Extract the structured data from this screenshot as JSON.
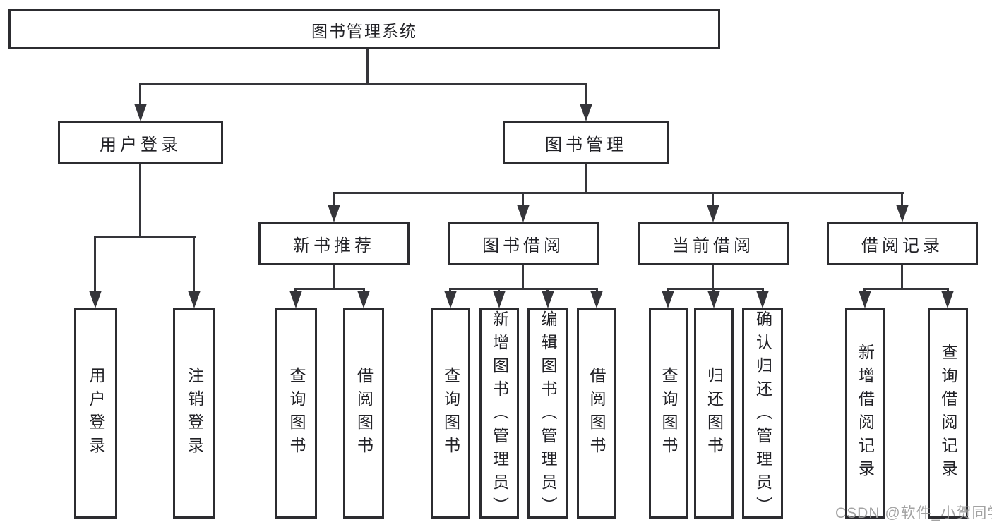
{
  "page": {
    "background": "#ffffff"
  },
  "colors": {
    "line": "#35353a",
    "box_border": "#2c2c30",
    "text": "#212126",
    "watermark": "#9b9b9b"
  },
  "tree": {
    "root": {
      "label": "图书管理系统",
      "children": [
        {
          "label": "用户登录",
          "children": [
            {
              "label": "用户登录"
            },
            {
              "label": "注销登录"
            }
          ]
        },
        {
          "label": "图书管理",
          "children": [
            {
              "label": "新书推荐",
              "children": [
                {
                  "label": "查询图书"
                },
                {
                  "label": "借阅图书"
                }
              ]
            },
            {
              "label": "图书借阅",
              "children": [
                {
                  "label": "查询图书"
                },
                {
                  "label": "新增图书（管理员）"
                },
                {
                  "label": "编辑图书（管理员）"
                },
                {
                  "label": "借阅图书"
                }
              ]
            },
            {
              "label": "当前借阅",
              "children": [
                {
                  "label": "查询图书"
                },
                {
                  "label": "归还图书"
                },
                {
                  "label": "确认归还（管理员）"
                }
              ]
            },
            {
              "label": "借阅记录",
              "children": [
                {
                  "label": "新增借阅记录"
                },
                {
                  "label": "查询借阅记录"
                }
              ]
            }
          ]
        }
      ]
    }
  },
  "watermark": {
    "text": "CSDN @软件_小贺同学"
  }
}
